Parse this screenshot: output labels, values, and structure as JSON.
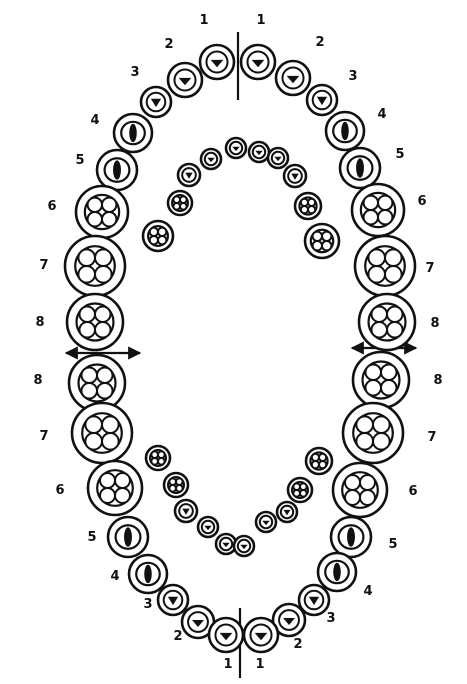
{
  "diagram": {
    "type": "dental-arch-chart",
    "upper_arch_left_labels": [
      "1",
      "2",
      "3",
      "4",
      "5",
      "6",
      "7",
      "8"
    ],
    "upper_arch_right_labels": [
      "1",
      "2",
      "3",
      "4",
      "5",
      "6",
      "7",
      "8"
    ],
    "lower_arch_left_labels": [
      "8",
      "7",
      "6",
      "5",
      "4",
      "3",
      "2",
      "1"
    ],
    "lower_arch_right_labels": [
      "8",
      "7",
      "6",
      "5",
      "4",
      "3",
      "2",
      "1"
    ],
    "line_color": "#111111",
    "background": "#ffffff"
  }
}
